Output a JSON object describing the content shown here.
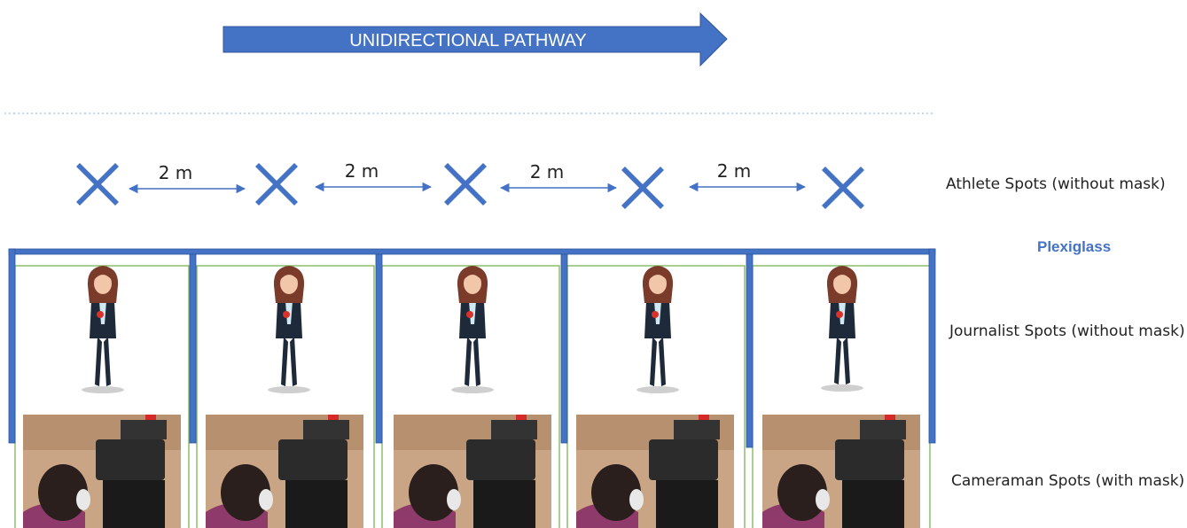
{
  "banner": {
    "text": "UNIDIRECTIONAL PATHWAY"
  },
  "distances": [
    "2 m",
    "2 m",
    "2 m",
    "2 m"
  ],
  "row_labels": {
    "athlete": "Athlete Spots (without mask)",
    "plexiglass": "Plexiglass",
    "journalist": "Journalist Spots (without mask)",
    "cameraman": "Cameraman Spots (with mask)"
  },
  "booth_count": 5,
  "colors": {
    "accent_blue": "#4472c4",
    "booth_green": "#70ad47",
    "plexiglass_text": "#4472c4",
    "divider": "#9dc3e6"
  },
  "icons": {
    "athlete_spot": "x-mark-icon",
    "journalist": "journalist-figure-icon",
    "cameraman": "cameraman-photo-icon"
  }
}
